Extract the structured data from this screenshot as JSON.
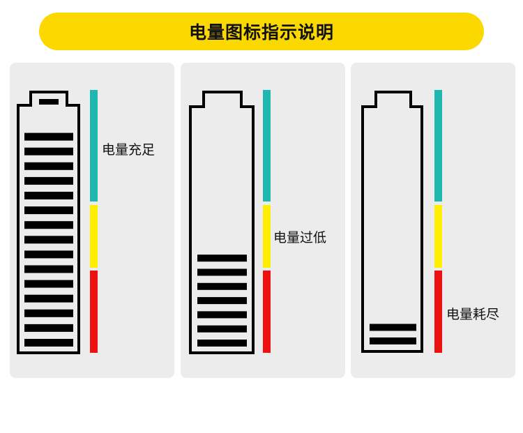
{
  "title": "电量图标指示说明",
  "colors": {
    "title_bg": "#fbd800",
    "card_bg": "#ececec",
    "scale_high": "#1fb8b1",
    "scale_mid": "#ffee00",
    "scale_low": "#ee1111",
    "battery_stroke": "#000000"
  },
  "panels": [
    {
      "label": "电量充足",
      "level": 1.0
    },
    {
      "label": "电量过低",
      "level": 0.45
    },
    {
      "label": "电量耗尽",
      "level": 0.09
    }
  ]
}
